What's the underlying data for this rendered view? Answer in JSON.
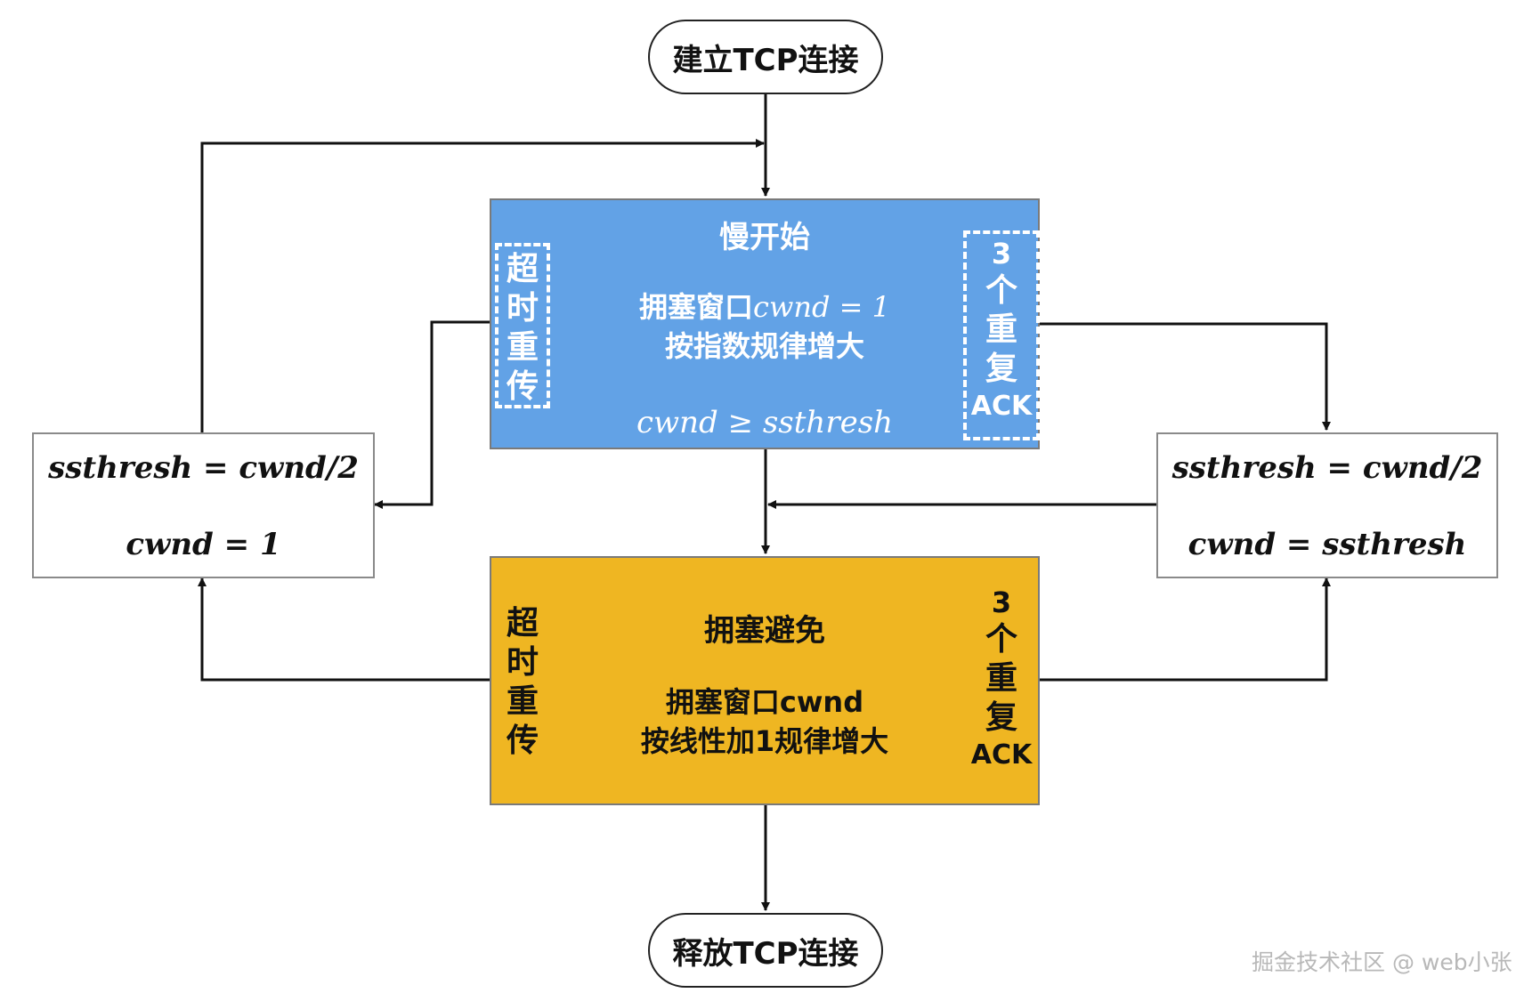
{
  "start": {
    "label": "建立TCP连接"
  },
  "slow_start": {
    "title": "慢开始",
    "line1_prefix": "拥塞窗口",
    "line1_math": "cwnd = 1",
    "line2": "按指数规律增大",
    "condition": "cwnd ≥ ssthresh",
    "timeout_label": [
      "超",
      "时",
      "重",
      "传"
    ],
    "dupack_count": "3",
    "dupack_chars": [
      "个",
      "重",
      "复"
    ],
    "dupack_ack": "ACK"
  },
  "avoidance": {
    "title": "拥塞避免",
    "line1": "拥塞窗口cwnd",
    "line2": "按线性加1规律增大",
    "timeout_label": [
      "超",
      "时",
      "重",
      "传"
    ],
    "dupack_count": "3",
    "dupack_chars": [
      "个",
      "重",
      "复"
    ],
    "dupack_ack": "ACK"
  },
  "timeout_box": {
    "line1": "ssthresh = cwnd/2",
    "line2": "cwnd = 1"
  },
  "dupack_box": {
    "line1": "ssthresh = cwnd/2",
    "line2": "cwnd = ssthresh"
  },
  "end": {
    "label": "释放TCP连接"
  },
  "watermark": "掘金技术社区 @ web小张",
  "colors": {
    "slow_start": "#62a2e6",
    "avoidance": "#efb622",
    "wire": "#111111"
  }
}
